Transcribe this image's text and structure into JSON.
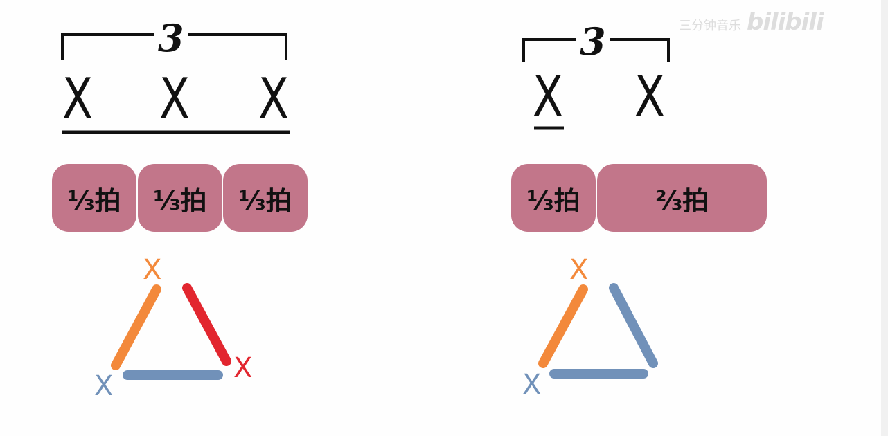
{
  "watermark": {
    "text": "三分钟音乐",
    "logo": "bilibili"
  },
  "colors": {
    "beat_box": "#c2768a",
    "orange": "#f3893b",
    "red": "#e2262f",
    "blue": "#7191b9"
  },
  "left": {
    "tuplet_number": "3",
    "notes": [
      "X",
      "X",
      "X"
    ],
    "beats": [
      "⅓拍",
      "⅓拍",
      "⅓拍"
    ],
    "triangle": {
      "top_label": "X",
      "left_label": "X",
      "right_label": "X"
    }
  },
  "right": {
    "tuplet_number": "3",
    "notes": [
      "X",
      "X"
    ],
    "beats": [
      "⅓拍",
      "⅔拍"
    ],
    "triangle": {
      "top_label": "X",
      "left_label": "X"
    }
  }
}
